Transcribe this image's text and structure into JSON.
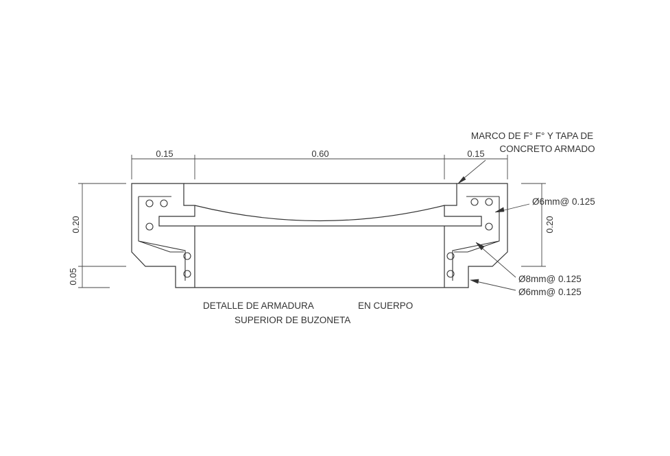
{
  "dimensions": {
    "top_left": "0.15",
    "top_center": "0.60",
    "top_right": "0.15",
    "left_upper": "0.20",
    "left_lower": "0.05",
    "right_height": "0.20"
  },
  "callouts": {
    "frame_line1": "MARCO DE F° F° Y TAPA DE",
    "frame_line2": "CONCRETO ARMADO",
    "rebar_top": "Ø6mm@ 0.125",
    "rebar_mid": "Ø8mm@ 0.125",
    "rebar_bottom": "Ø6mm@ 0.125"
  },
  "caption": {
    "line1_a": "DETALLE DE ARMADURA",
    "line1_b": "EN  CUERPO",
    "line2": "SUPERIOR DE  BUZONETA"
  },
  "colors": {
    "line": "#333333",
    "background": "#ffffff"
  }
}
